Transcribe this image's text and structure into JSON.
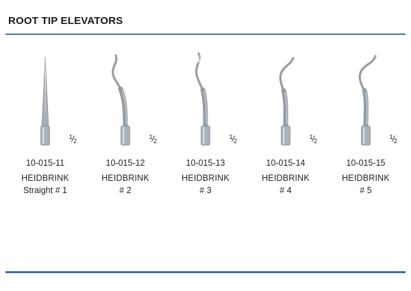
{
  "page": {
    "title": "ROOT TIP ELEVATORS",
    "accent_color": "#3f71a8"
  },
  "products": [
    {
      "code": "10-015-11",
      "brand": "HEIDBRINK",
      "model": "Straight # 1",
      "scale_num": "1",
      "scale_den": "2"
    },
    {
      "code": "10-015-12",
      "brand": "HEIDBRINK",
      "model": "# 2",
      "scale_num": "1",
      "scale_den": "2"
    },
    {
      "code": "10-015-13",
      "brand": "HEIDBRINK",
      "model": "# 3",
      "scale_num": "1",
      "scale_den": "2"
    },
    {
      "code": "10-015-14",
      "brand": "HEIDBRINK",
      "model": "# 4",
      "scale_num": "1",
      "scale_den": "2"
    },
    {
      "code": "10-015-15",
      "brand": "HEIDBRINK",
      "model": "# 5",
      "scale_num": "1",
      "scale_den": "2"
    }
  ]
}
